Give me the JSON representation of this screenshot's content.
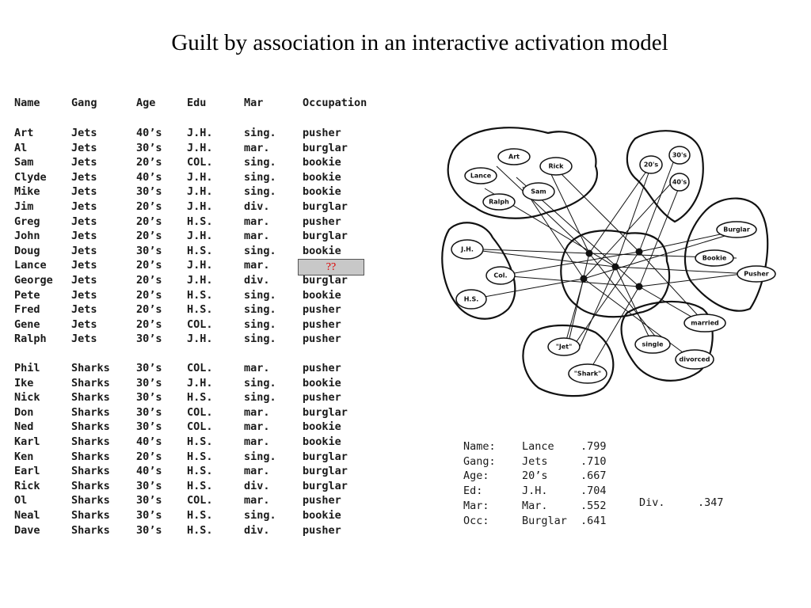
{
  "title": "Guilt by association in an interactive activation model",
  "table": {
    "headers": [
      "Name",
      "Gang",
      "Age",
      "Edu",
      "Mar",
      "Occupation"
    ],
    "rows": [
      [
        "Art",
        "Jets",
        "40’s",
        "J.H.",
        "sing.",
        "pusher"
      ],
      [
        "Al",
        "Jets",
        "30’s",
        "J.H.",
        "mar.",
        "burglar"
      ],
      [
        "Sam",
        "Jets",
        "20’s",
        "COL.",
        "sing.",
        "bookie"
      ],
      [
        "Clyde",
        "Jets",
        "40’s",
        "J.H.",
        "sing.",
        "bookie"
      ],
      [
        "Mike",
        "Jets",
        "30’s",
        "J.H.",
        "sing.",
        "bookie"
      ],
      [
        "Jim",
        "Jets",
        "20’s",
        "J.H.",
        "div.",
        "burglar"
      ],
      [
        "Greg",
        "Jets",
        "20’s",
        "H.S.",
        "mar.",
        "pusher"
      ],
      [
        "John",
        "Jets",
        "20’s",
        "J.H.",
        "mar.",
        "burglar"
      ],
      [
        "Doug",
        "Jets",
        "30’s",
        "H.S.",
        "sing.",
        "bookie"
      ],
      [
        "Lance",
        "Jets",
        "20’s",
        "J.H.",
        "mar.",
        ""
      ],
      [
        "George",
        "Jets",
        "20’s",
        "J.H.",
        "div.",
        "burglar"
      ],
      [
        "Pete",
        "Jets",
        "20’s",
        "H.S.",
        "sing.",
        "bookie"
      ],
      [
        "Fred",
        "Jets",
        "20’s",
        "H.S.",
        "sing.",
        "pusher"
      ],
      [
        "Gene",
        "Jets",
        "20’s",
        "COL.",
        "sing.",
        "pusher"
      ],
      [
        "Ralph",
        "Jets",
        "30’s",
        "J.H.",
        "sing.",
        "pusher"
      ],
      [
        "Phil",
        "Sharks",
        "30’s",
        "COL.",
        "mar.",
        "pusher"
      ],
      [
        "Ike",
        "Sharks",
        "30’s",
        "J.H.",
        "sing.",
        "bookie"
      ],
      [
        "Nick",
        "Sharks",
        "30’s",
        "H.S.",
        "sing.",
        "pusher"
      ],
      [
        "Don",
        "Sharks",
        "30’s",
        "COL.",
        "mar.",
        "burglar"
      ],
      [
        "Ned",
        "Sharks",
        "30’s",
        "COL.",
        "mar.",
        "bookie"
      ],
      [
        "Karl",
        "Sharks",
        "40’s",
        "H.S.",
        "mar.",
        "bookie"
      ],
      [
        "Ken",
        "Sharks",
        "20’s",
        "H.S.",
        "sing.",
        "burglar"
      ],
      [
        "Earl",
        "Sharks",
        "40’s",
        "H.S.",
        "mar.",
        "burglar"
      ],
      [
        "Rick",
        "Sharks",
        "30’s",
        "H.S.",
        "div.",
        "burglar"
      ],
      [
        "Ol",
        "Sharks",
        "30’s",
        "COL.",
        "mar.",
        "pusher"
      ],
      [
        "Neal",
        "Sharks",
        "30’s",
        "H.S.",
        "sing.",
        "bookie"
      ],
      [
        "Dave",
        "Sharks",
        "30’s",
        "H.S.",
        "div.",
        "pusher"
      ]
    ],
    "unknown_marker": "??"
  },
  "network": {
    "name_nodes": [
      "Art",
      "Rick",
      "Lance",
      "Sam",
      "Ralph"
    ],
    "age_nodes": [
      "20's",
      "30's",
      "40's"
    ],
    "edu_nodes": [
      "J.H.",
      "Col.",
      "H.S."
    ],
    "occupation_nodes": [
      "Burglar",
      "Bookie",
      "Pusher"
    ],
    "marital_nodes": [
      "married",
      "single",
      "divorced"
    ],
    "gang_nodes": [
      "\"Jet\"",
      "\"Shark\""
    ]
  },
  "activations": {
    "rows": [
      {
        "label": "Name:",
        "value": "Lance",
        "activation": ".799"
      },
      {
        "label": "Gang:",
        "value": "Jets",
        "activation": ".710"
      },
      {
        "label": "Age:",
        "value": "20’s",
        "activation": ".667"
      },
      {
        "label": "Ed:",
        "value": "J.H.",
        "activation": ".704"
      },
      {
        "label": "Mar:",
        "value": "Mar.",
        "activation": ".552",
        "alt_value": "Div.",
        "alt_activation": ".347"
      },
      {
        "label": "Occ:",
        "value": "Burglar",
        "activation": ".641"
      }
    ]
  }
}
